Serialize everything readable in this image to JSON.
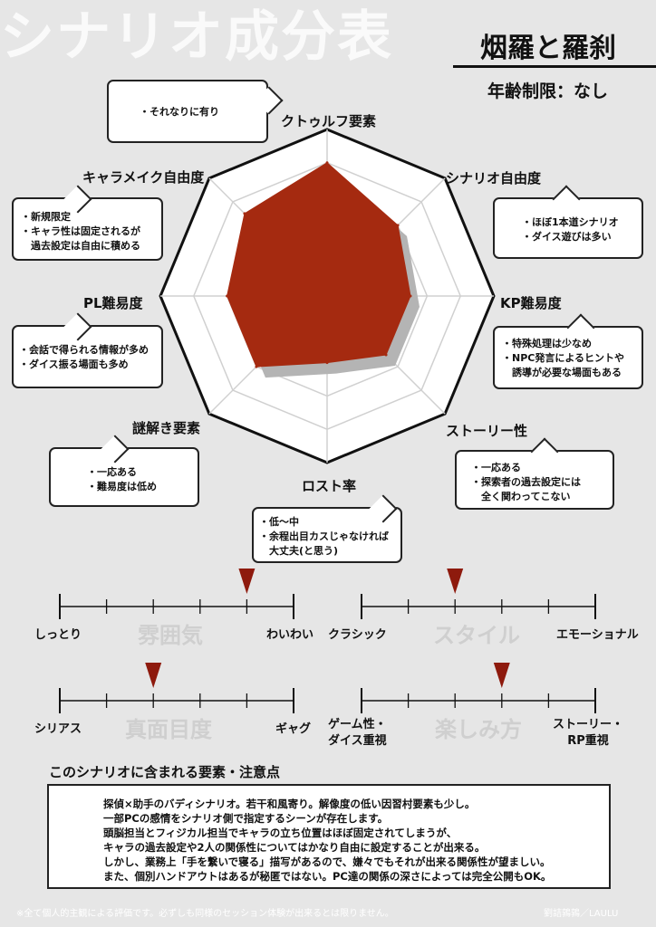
{
  "header": {
    "big_title": "シナリオ成分表",
    "scenario_name": "烟羅と羅刹",
    "age_limit": "年齢制限：なし"
  },
  "chart_data": {
    "type": "radar",
    "max": 5,
    "axes": [
      "クトゥルフ要素",
      "シナリオ自由度",
      "KP難易度",
      "ストーリー性",
      "ロスト率",
      "謎解き要素",
      "PL難易度",
      "キャラメイク自由度"
    ],
    "values": [
      4,
      3,
      2.5,
      2.5,
      2,
      3,
      3,
      3.5
    ],
    "colors": {
      "fill": "#a52a10",
      "shadow": "#b4b4b4",
      "grid": "#d0d0d0"
    }
  },
  "comments": {
    "cthulhu": [
      "・それなりに有り"
    ],
    "scenario_freedom": [
      "・ほぼ1本道シナリオ",
      "・ダイス遊びは多い"
    ],
    "kp_difficulty": [
      "・特殊処理は少なめ",
      "・NPC発言によるヒントや",
      "　誘導が必要な場面もある"
    ],
    "story": [
      "・一応ある",
      "・探索者の過去設定には",
      "　全く関わってこない"
    ],
    "lost": [
      "・低～中",
      "・余程出目カスじゃなければ",
      "　大丈夫(と思う)"
    ],
    "puzzle": [
      "・一応ある",
      "・難易度は低め"
    ],
    "pl_difficulty": [
      "・会話で得られる情報が多め",
      "・ダイス振る場面も多め"
    ],
    "charamake": [
      "・新規限定",
      "・キャラ性は固定されるが",
      "　過去設定は自由に積める"
    ]
  },
  "sliders": [
    {
      "title": "雰囲気",
      "left": "しっとり",
      "right": "わいわい",
      "value": 0.8
    },
    {
      "title": "スタイル",
      "left": "クラシック",
      "right": "エモーショナル",
      "value": 0.4
    },
    {
      "title": "真面目度",
      "left": "シリアス",
      "right": "ギャグ",
      "value": 0.4
    },
    {
      "title": "楽しみ方",
      "left": "ゲーム性・\nダイス重視",
      "right": "ストーリー・\nRP重視",
      "value": 0.6
    }
  ],
  "notes": {
    "title": "このシナリオに含まれる要素・注意点",
    "lines": [
      "探偵×助手のバディシナリオ。若干和風寄り。解像度の低い因習村要素も少し。",
      "一部PCの感情をシナリオ側で指定するシーンが存在します。",
      "頭脳担当とフィジカル担当でキャラの立ち位置はほぼ固定されてしまうが、",
      "キャラの過去設定や2人の関係性についてはかなり自由に設定することが出来る。",
      "しかし、業務上「手を繋いで寝る」描写があるので、嫌々でもそれが出来る関係性が望ましい。",
      "また、個別ハンドアウトはあるが秘匿ではない。PC達の関係の深さによっては完全公開もOK。"
    ]
  },
  "footer": {
    "disclaimer": "※全て個人的主観による評価です。必ずしも同様のセッション体験が出来るとは限りません。",
    "credit": "劉詰鶉鶉／LAULU"
  }
}
